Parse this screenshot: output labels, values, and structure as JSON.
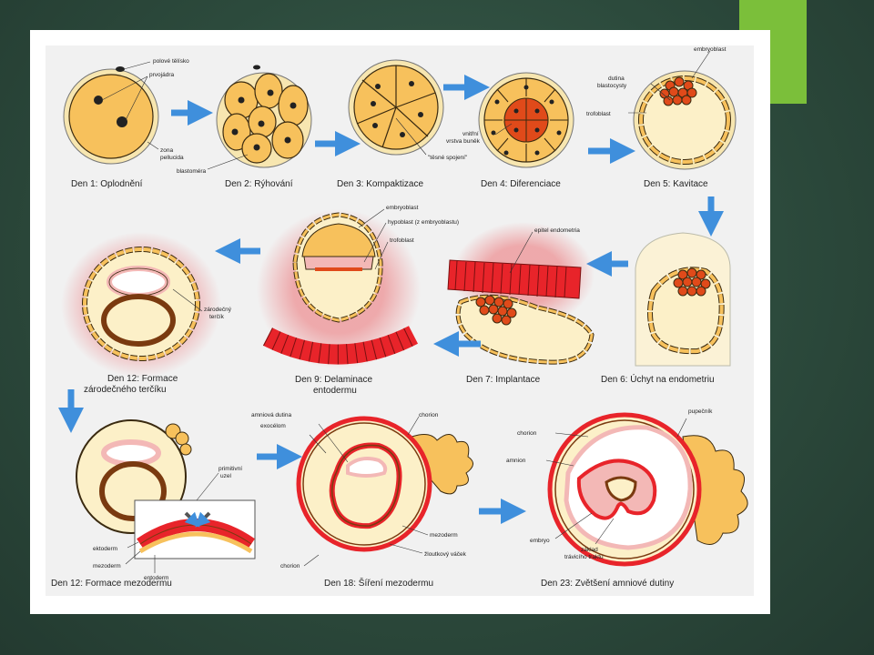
{
  "stages": {
    "s1": "Den 1: Oplodnění",
    "s2": "Den 2: Rýhování",
    "s3": "Den 3: Kompaktizace",
    "s4": "Den 4: Diferenciace",
    "s5": "Den 5: Kavitace",
    "s6": "Den 6: Úchyt na endometriu",
    "s7": "Den 7: Implantace",
    "s9a": "Den 9: Delaminace",
    "s9b": "entodermu",
    "s12a": "Den 12: Formace",
    "s12b": "zárodečného terčíku",
    "s12m": "Den 12: Formace mezodermu",
    "s18": "Den 18: Šíření mezodermu",
    "s23": "Den 23: Zvětšení amniové dutiny"
  },
  "annotations": {
    "polove_teliska": "polové tělísko",
    "prvojadra": "prvojádra",
    "zona1": "zona",
    "zona2": "pellucida",
    "blastomera": "blastoméra",
    "tesne_spojeni": "\"těsné spojení\"",
    "vnitrni1": "vnitřní",
    "vnitrni2": "vrstva buněk",
    "embryoblast": "embryoblast",
    "dutina1": "dutina",
    "dutina2": "blastocysty",
    "trofoblast": "trofoblast",
    "hypoblast": "hypoblast (z embryoblastu)",
    "epitel": "epitel endometria",
    "zarodecny1": "zárodečný",
    "zarodecny2": "terčík",
    "primitivni1": "primitivní",
    "primitivni2": "uzel",
    "ektoderm": "ektoderm",
    "mezoderm": "mezoderm",
    "entoderm": "entoderm",
    "amniova_dutina": "amniová dutina",
    "exocelom": "exocélom",
    "chorion": "chorion",
    "zloutkovy": "žloutkový váček",
    "amnion": "amnion",
    "pupecnik": "pupečník",
    "embryo": "embryo",
    "zaklad1": "základ",
    "zaklad2": "trávicího traktu"
  },
  "colors": {
    "cell_fill": "#f7c15c",
    "cell_stroke": "#3a2a10",
    "embryoblast": "#e04a1a",
    "endometrium": "#e8242a",
    "amnion_pink": "#f3b8b6",
    "arrow": "#3f8fdc"
  }
}
